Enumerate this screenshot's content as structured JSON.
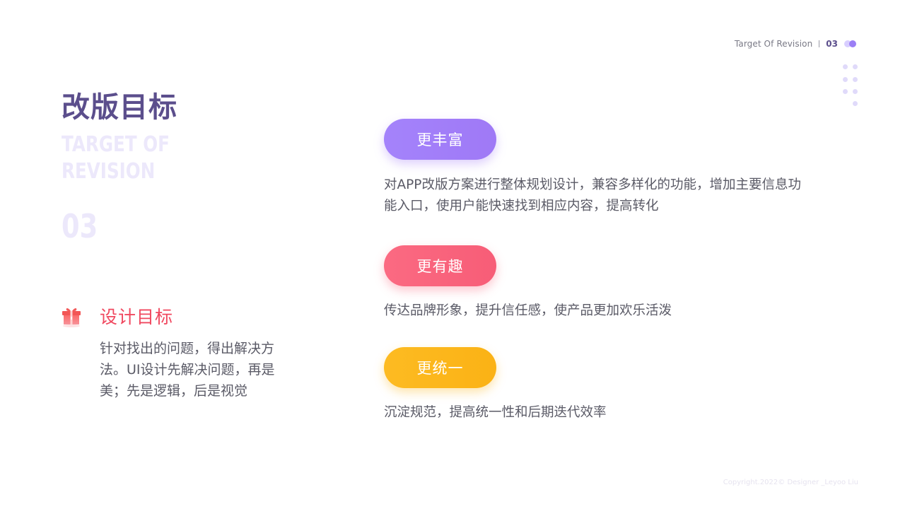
{
  "header": {
    "title": "Target Of Revision",
    "page": "03"
  },
  "left": {
    "title": "改版目标",
    "subtitle_line1": "TARGET OF",
    "subtitle_line2": "REVISION",
    "number": "03"
  },
  "goal": {
    "icon": "gift-icon",
    "title": "设计目标",
    "text": "针对找出的问题，得出解决方法。UI设计先解决问题，再是美；先是逻辑，后是视觉"
  },
  "items": [
    {
      "label": "更丰富",
      "color": "#a483fb",
      "description": "对APP改版方案进行整体规划设计，兼容多样化的功能，增加主要信息功能入口，使用户能快速找到相应内容，提高转化"
    },
    {
      "label": "更有趣",
      "color": "#fb6a82",
      "description": "传达品牌形象，提升信任感，使产品更加欢乐活泼"
    },
    {
      "label": "更统一",
      "color": "#fdbb22",
      "description": "沉淀规范，提高统一性和后期迭代效率"
    }
  ],
  "footer": {
    "copyright": "Copyright.2022© Designer _Leyoo Liu"
  },
  "colors": {
    "brand_purple": "#5b4e8c",
    "accent_red": "#f0485f"
  }
}
